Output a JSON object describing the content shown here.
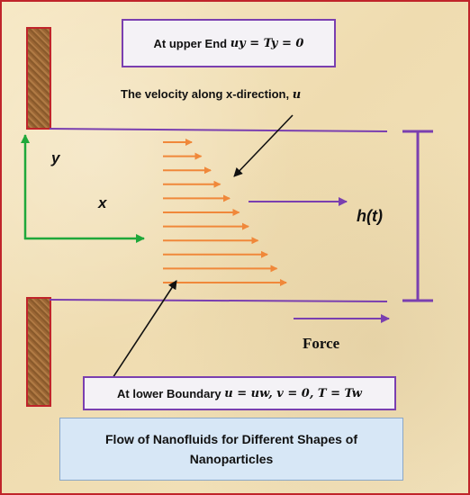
{
  "upper_condition": {
    "prefix": "At upper End",
    "equation": "uy = Ty = 0"
  },
  "velocity_caption": {
    "text": "The velocity along x-direction,",
    "symbol": "u"
  },
  "axes": {
    "y_label": "y",
    "x_label": "x"
  },
  "channel_height_label": "h(t)",
  "force_label": "Force",
  "lower_condition": {
    "prefix": "At lower Boundary",
    "equation": "u = uw, v = 0, T = Tw"
  },
  "title": "Flow of Nanofluids for Different Shapes of Nanoparticles",
  "colors": {
    "border": "#c0242a",
    "plate": "#7a3fb0",
    "axes": "#1fa83a",
    "velocity": "#f0883a",
    "annotation": "#111111",
    "title_fill": "#d7e7f6"
  }
}
